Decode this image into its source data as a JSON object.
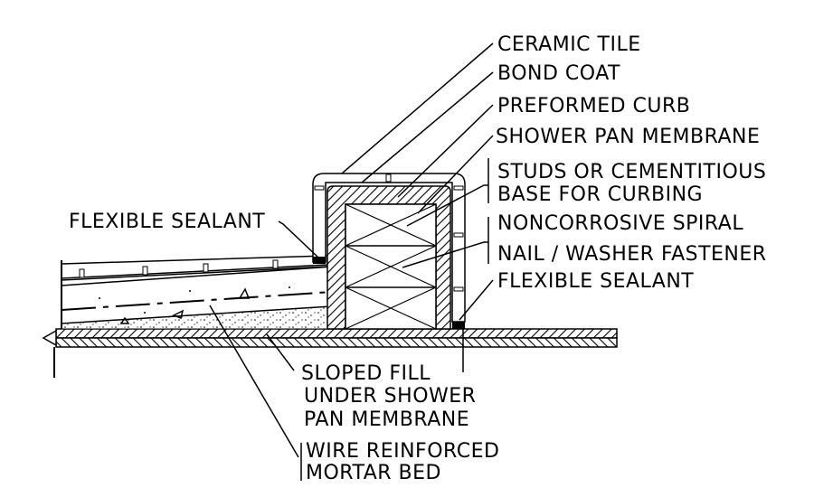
{
  "title": "Shower curb detail",
  "colors": {
    "ink": "#000000",
    "paper": "#ffffff"
  },
  "labels": {
    "ceramic_tile": "CERAMIC TILE",
    "bond_coat": "BOND COAT",
    "preformed_curb": "PREFORMED CURB",
    "shower_pan_membrane": "SHOWER PAN MEMBRANE",
    "studs_line1": "STUDS OR CEMENTITIOUS",
    "studs_line2": "BASE FOR CURBING",
    "nail_line1": "NONCORROSIVE SPIRAL",
    "nail_line2": "NAIL / WASHER FASTENER",
    "flexible_sealant_right": "FLEXIBLE SEALANT",
    "flexible_sealant_left": "FLEXIBLE SEALANT",
    "sloped_fill_line1": "SLOPED FILL",
    "sloped_fill_line2": "UNDER SHOWER",
    "sloped_fill_line3": "PAN MEMBRANE",
    "mortar_line1": "WIRE REINFORCED",
    "mortar_line2": "MORTAR BED"
  }
}
